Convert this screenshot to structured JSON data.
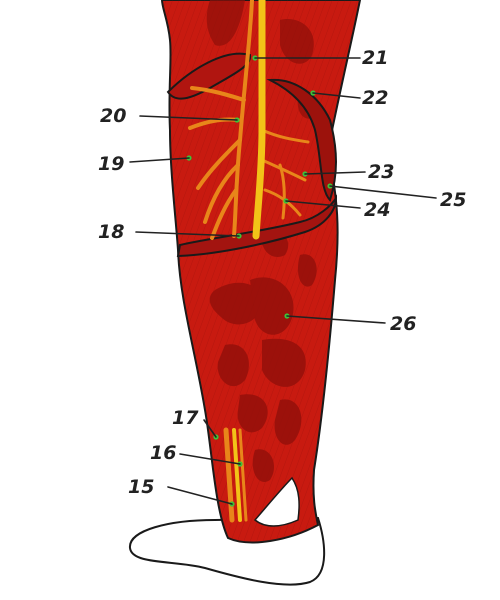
{
  "image_kind": "anatomical illustration",
  "colors": {
    "muscle": "#c81a10",
    "muscle_dark": "#8e0f0a",
    "outline": "#1a1a1a",
    "artery": "#e8861a",
    "vein": "#f2c318",
    "marker": "#3ec23a"
  },
  "labels": [
    {
      "id": "15",
      "text": "15"
    },
    {
      "id": "16",
      "text": "16"
    },
    {
      "id": "17",
      "text": "17"
    },
    {
      "id": "18",
      "text": "18"
    },
    {
      "id": "19",
      "text": "19"
    },
    {
      "id": "20",
      "text": "20"
    },
    {
      "id": "21",
      "text": "21"
    },
    {
      "id": "22",
      "text": "22"
    },
    {
      "id": "23",
      "text": "23"
    },
    {
      "id": "24",
      "text": "24"
    },
    {
      "id": "25",
      "text": "25"
    },
    {
      "id": "26",
      "text": "26"
    }
  ]
}
